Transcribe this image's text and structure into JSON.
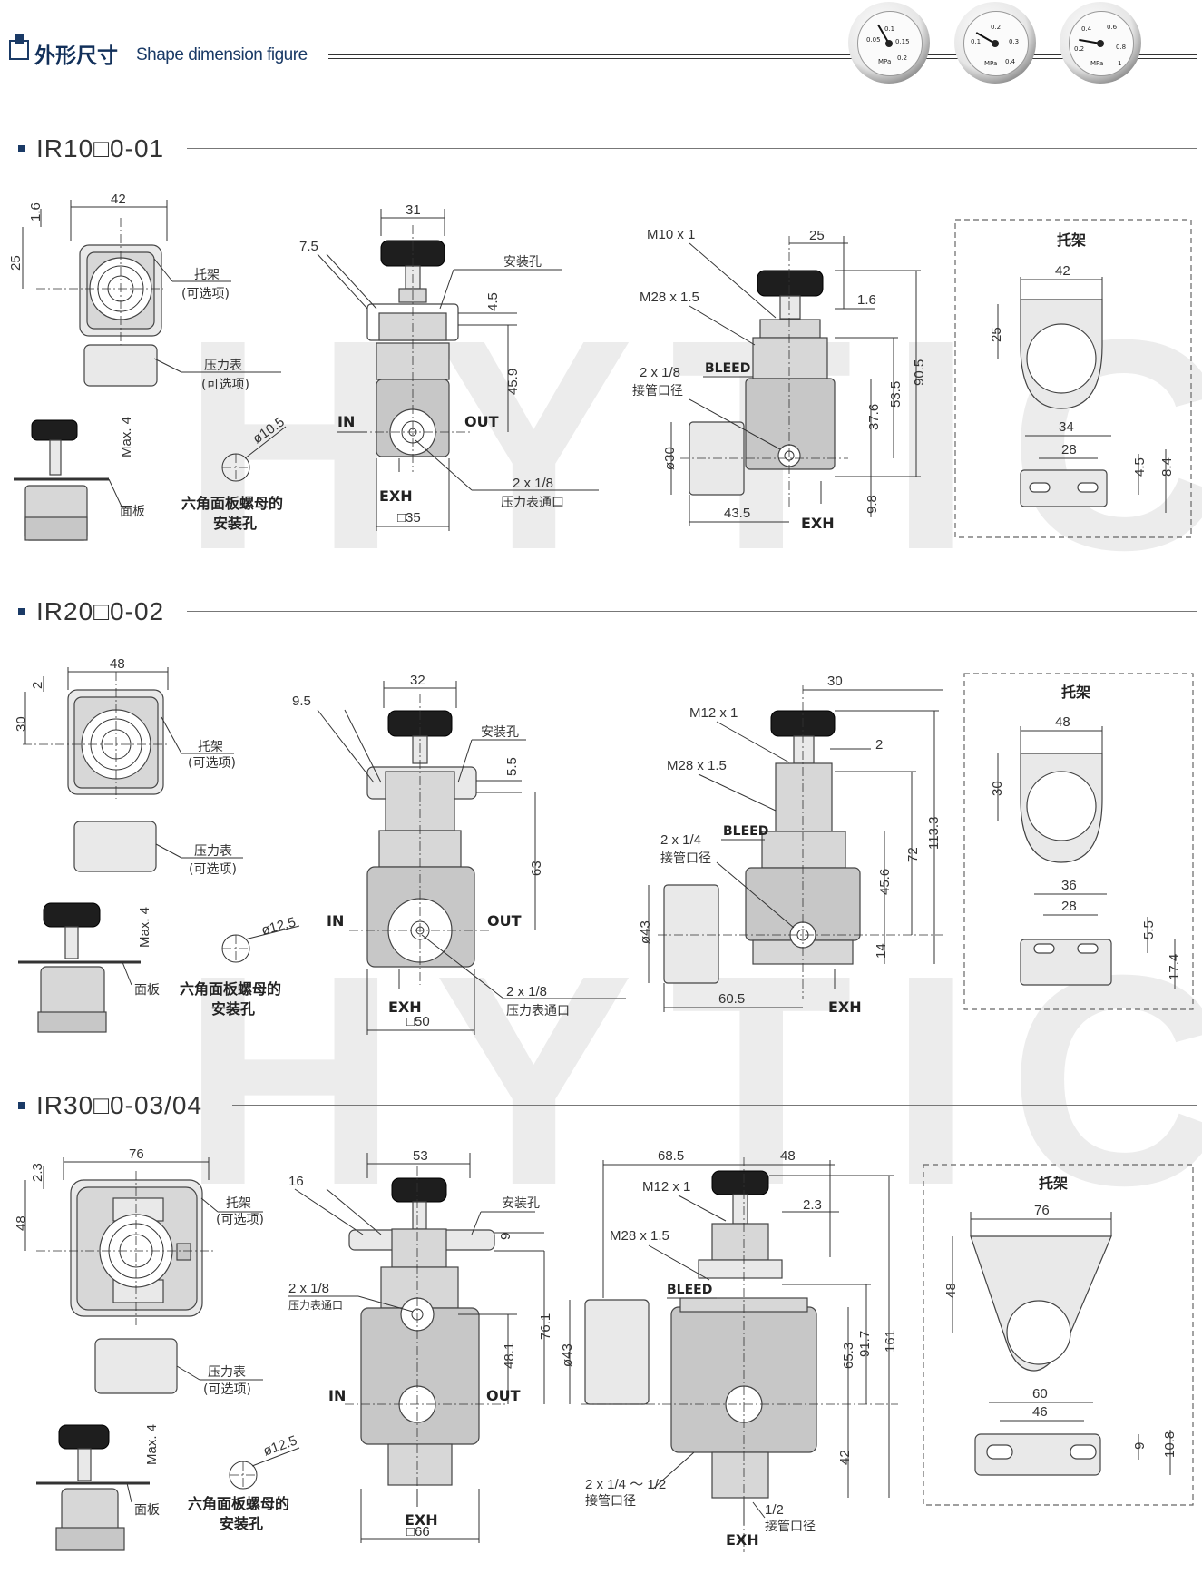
{
  "header": {
    "title_cn": "外形尺寸",
    "title_en": "Shape dimension figure",
    "gauges": [
      {
        "name": "gauge-0.2",
        "ticks": [
          "0.05",
          "0.1",
          "0.15",
          "0.2"
        ],
        "unit": "MPa"
      },
      {
        "name": "gauge-0.4",
        "ticks": [
          "0.1",
          "0.2",
          "0.3",
          "0.4"
        ],
        "unit": "MPa"
      },
      {
        "name": "gauge-1.0",
        "ticks": [
          "0.2",
          "0.4",
          "0.6",
          "0.8",
          "1"
        ],
        "unit": "MPa"
      }
    ]
  },
  "watermark": "HYTIC",
  "common": {
    "bracket_cn": "托架",
    "optional_cn": "(可选项)",
    "gauge_cn": "压力表",
    "mount_hole_cn": "安装孔",
    "panel_cn": "面板",
    "hex_nut_line1": "六角面板螺母的",
    "hex_nut_line2": "安装孔",
    "gauge_port_cn": "压力表通口",
    "pipe_port_cn": "接管口径",
    "in": "IN",
    "out": "OUT",
    "exh": "EXH",
    "bleed": "BLEED",
    "max4": "Max. 4"
  },
  "sections": [
    {
      "title": "IR10□0-01",
      "dims": {
        "top_width": "42",
        "top_1_6": "1.6",
        "top_25": "25",
        "front_31": "31",
        "front_7_5": "7.5",
        "front_4_5": "4.5",
        "front_45_9": "45.9",
        "front_sq": "□35",
        "front_dia": "ø10.5",
        "front_port": "2 x 1/8",
        "side_thread1": "M10 x 1",
        "side_thread2": "M28 x 1.5",
        "side_port": "2 x 1/8",
        "side_25": "25",
        "side_1_6": "1.6",
        "side_90_5": "90.5",
        "side_53_5": "53.5",
        "side_37_6": "37.6",
        "side_9_8": "9.8",
        "side_43_5": "43.5",
        "side_dia30": "ø30",
        "br_42": "42",
        "br_25": "25",
        "br_34": "34",
        "br_28": "28",
        "br_4_5": "4.5",
        "br_8_4": "8.4"
      }
    },
    {
      "title": "IR20□0-02",
      "dims": {
        "top_width": "48",
        "top_2": "2",
        "top_30": "30",
        "front_32": "32",
        "front_9_5": "9.5",
        "front_5_5": "5.5",
        "front_63": "63",
        "front_sq": "□50",
        "front_dia": "ø12.5",
        "front_port": "2 x 1/8",
        "side_thread1": "M12 x 1",
        "side_thread2": "M28 x 1.5",
        "side_port": "2 x 1/4",
        "side_30": "30",
        "side_2": "2",
        "side_113_3": "113.3",
        "side_72": "72",
        "side_45_6": "45.6",
        "side_14": "14",
        "side_60_5": "60.5",
        "side_dia43": "ø43",
        "br_48": "48",
        "br_30": "30",
        "br_36": "36",
        "br_28": "28",
        "br_5_5": "5.5",
        "br_17_4": "17.4"
      }
    },
    {
      "title": "IR30□0-03/04",
      "dims": {
        "top_width": "76",
        "top_2_3": "2.3",
        "top_48": "48",
        "front_53": "53",
        "front_16": "16",
        "front_9": "9",
        "front_48_1": "48.1",
        "front_76_1": "76.1",
        "front_sq": "□66",
        "front_dia": "ø12.5",
        "front_port": "2 x 1/8",
        "side_68_5": "68.5",
        "side_48": "48",
        "side_thread1": "M12 x 1",
        "side_thread2": "M28 x 1.5",
        "side_2_3": "2.3",
        "side_161": "161",
        "side_91_7": "91.7",
        "side_65_3": "65.3",
        "side_42": "42",
        "side_dia43": "ø43",
        "side_port": "2 x 1/4 ～ 1/2",
        "side_port2": "1/2",
        "br_76": "76",
        "br_48": "48",
        "br_60": "60",
        "br_46": "46",
        "br_9": "9",
        "br_10_8": "10.8"
      }
    }
  ]
}
